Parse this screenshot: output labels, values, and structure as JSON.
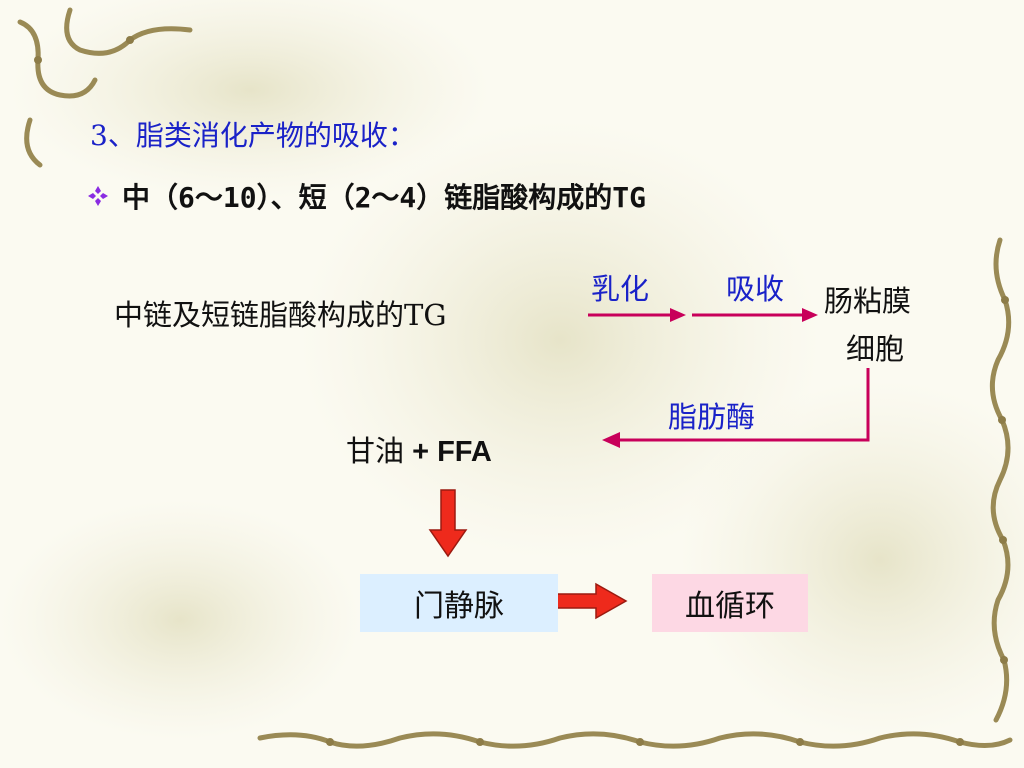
{
  "slide": {
    "heading": "3、脂类消化产物的吸收：",
    "bullet": "中（6～10）、短（2～4）链脂酸构成的TG"
  },
  "diagram": {
    "source": "中链及短链脂酸构成的TG",
    "step1": "乳化",
    "step2": "吸收",
    "cell_line1": "肠粘膜",
    "cell_line2": "细胞",
    "enzyme": "脂肪酶",
    "product_cn": "甘油",
    "product_plus": " + FFA",
    "portal": "门静脉",
    "circulation": "血循环"
  },
  "colors": {
    "heading": "#1a22c8",
    "magenta_arrow": "#c8005a",
    "red_arrow": "#ee2a1c",
    "portal_box": "#dcefff",
    "circulation_box": "#fdd8e4"
  }
}
